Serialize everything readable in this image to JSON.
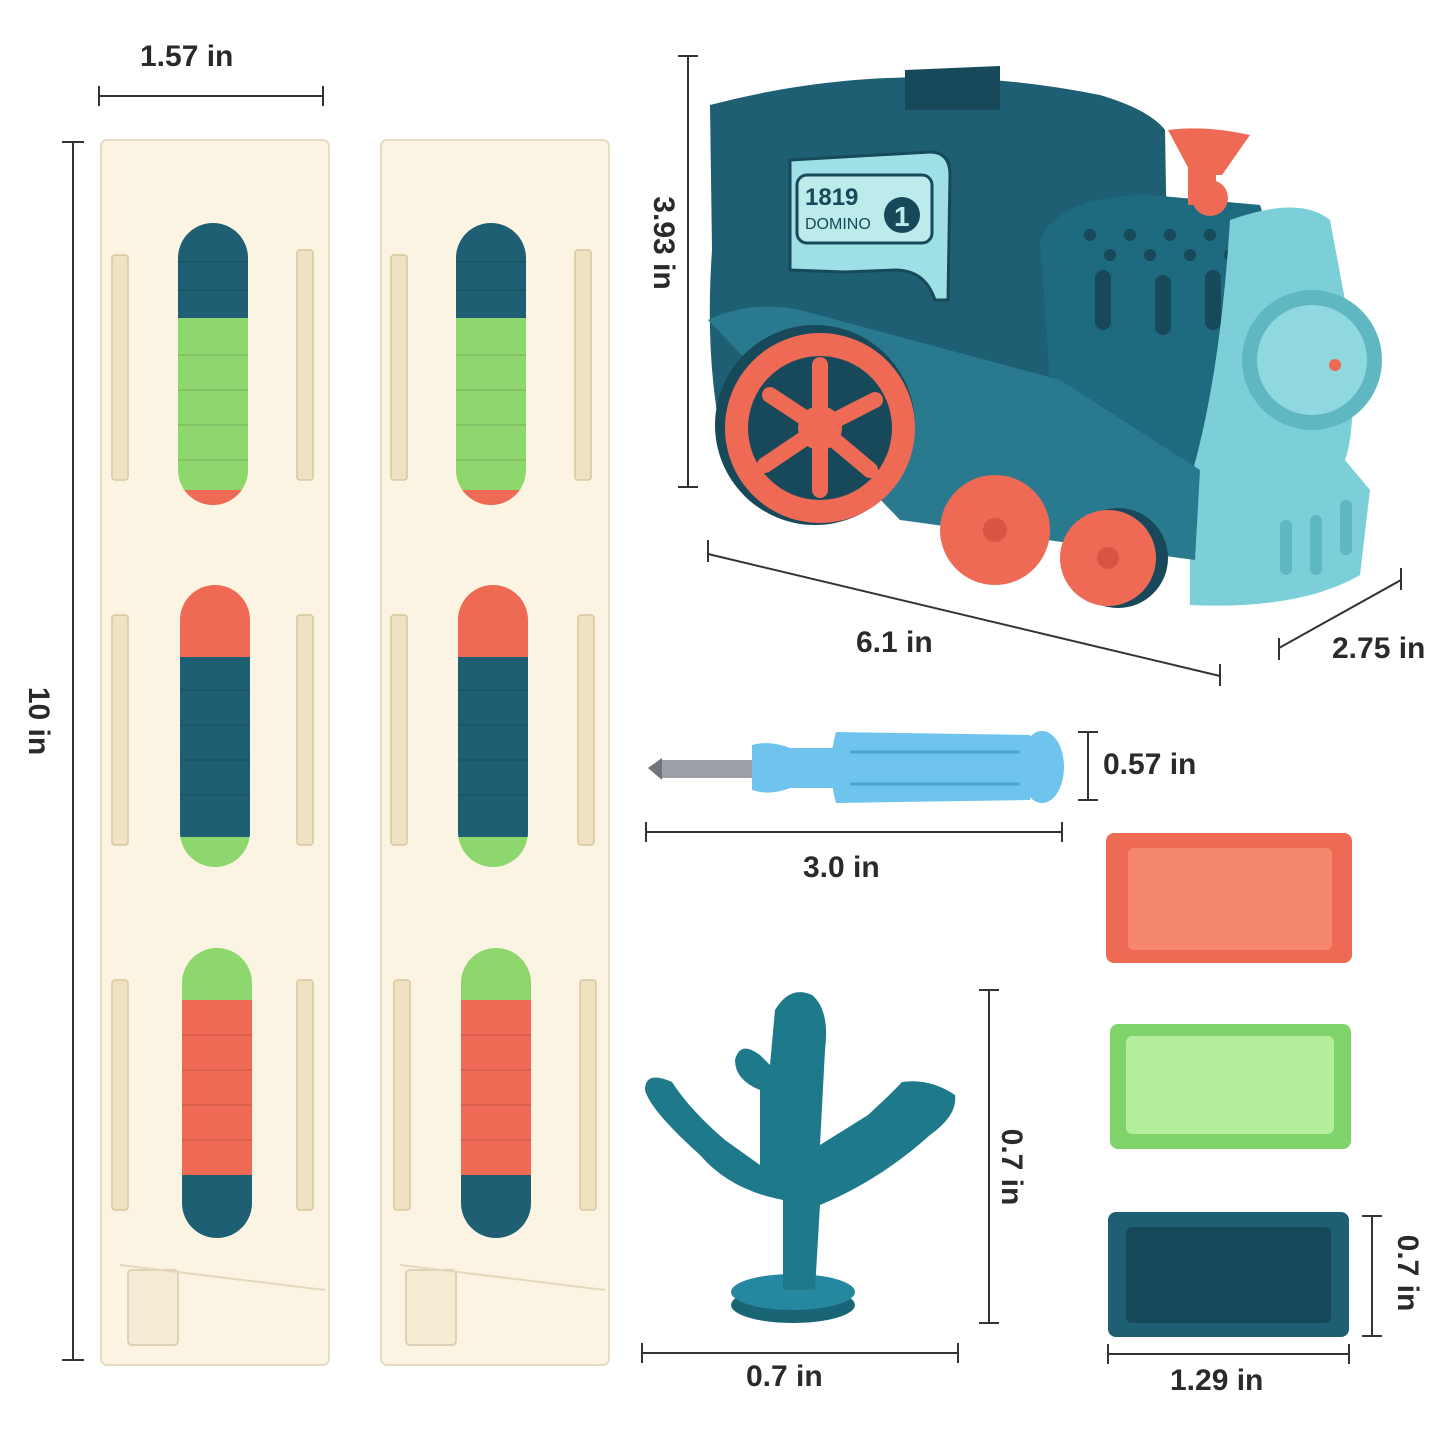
{
  "dimensions": {
    "magazine_width": "1.57 in",
    "magazine_height": "10 in",
    "train_height": "3.93 in",
    "train_length": "6.1 in",
    "train_depth": "2.75 in",
    "screwdriver_diameter": "0.57 in",
    "screwdriver_length": "3.0 in",
    "cactus_height": "0.7 in",
    "cactus_width": "0.7 in",
    "domino_height": "0.7 in",
    "domino_width": "1.29 in"
  },
  "train_badge": {
    "number": "1819",
    "word": "DOMINO",
    "car": "1"
  },
  "colors": {
    "teal": "#1e5f73",
    "light_blue": "#7ccfd8",
    "coral": "#ee6a55",
    "green": "#8ed66e",
    "cream": "#fbf4e2",
    "screwdriver": "#6ec4ec"
  }
}
